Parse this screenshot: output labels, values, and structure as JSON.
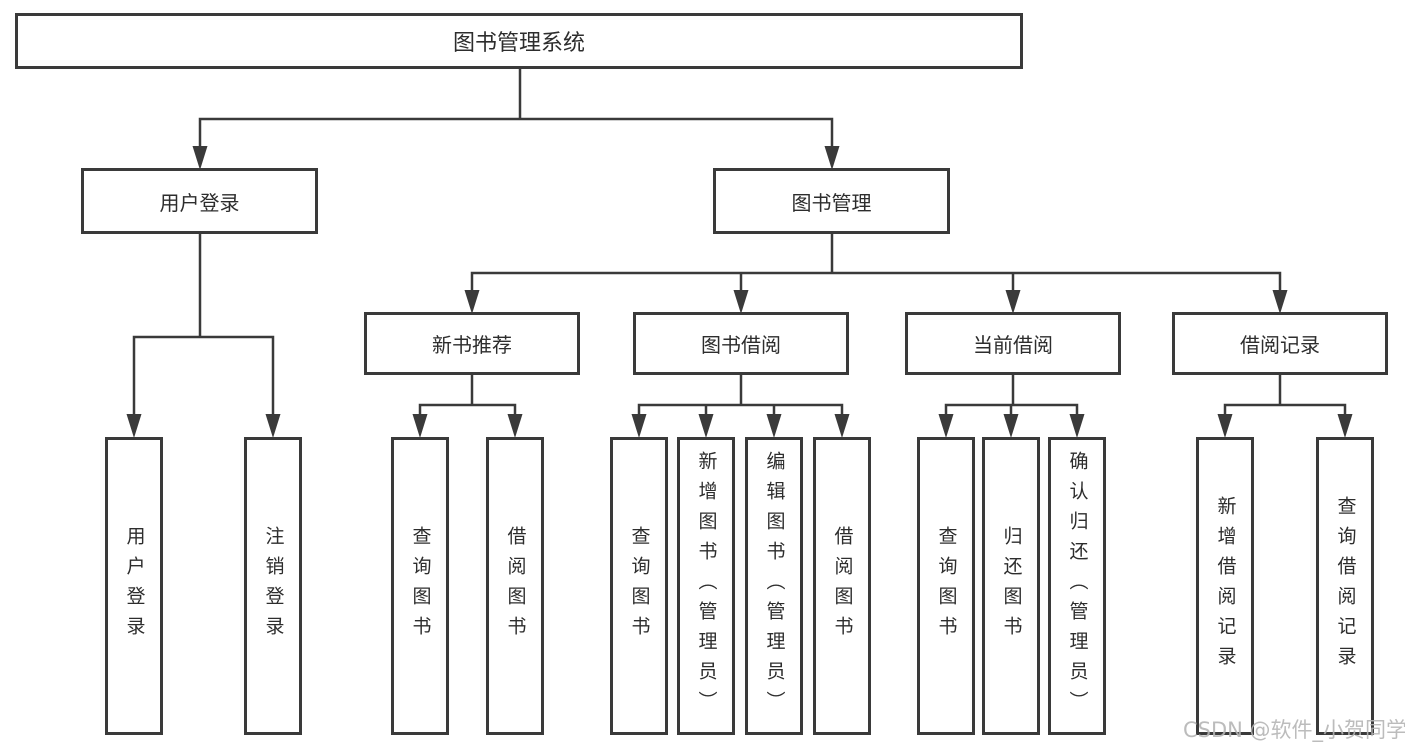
{
  "colors": {
    "line": "#3a3a3a",
    "box_border": "#3a3a3a",
    "box_fill": "#ffffff",
    "text": "#2d2d2d",
    "watermark": "#b5b5b5",
    "background": "#ffffff"
  },
  "diagram": {
    "type": "hierarchy-tree",
    "root": {
      "label": "图书管理系统"
    },
    "branches": [
      {
        "label": "用户登录",
        "children": [
          {
            "label": "用户登录"
          },
          {
            "label": "注销登录"
          }
        ]
      },
      {
        "label": "图书管理",
        "children": [
          {
            "label": "新书推荐",
            "children": [
              {
                "label": "查询图书"
              },
              {
                "label": "借阅图书"
              }
            ]
          },
          {
            "label": "图书借阅",
            "children": [
              {
                "label": "查询图书"
              },
              {
                "label": "新增图书（管理员）"
              },
              {
                "label": "编辑图书（管理员）"
              },
              {
                "label": "借阅图书"
              }
            ]
          },
          {
            "label": "当前借阅",
            "children": [
              {
                "label": "查询图书"
              },
              {
                "label": "归还图书"
              },
              {
                "label": "确认归还（管理员）"
              }
            ]
          },
          {
            "label": "借阅记录",
            "children": [
              {
                "label": "新增借阅记录"
              },
              {
                "label": "查询借阅记录"
              }
            ]
          }
        ]
      }
    ]
  },
  "watermark": {
    "text": "CSDN @软件_小贺同学"
  }
}
